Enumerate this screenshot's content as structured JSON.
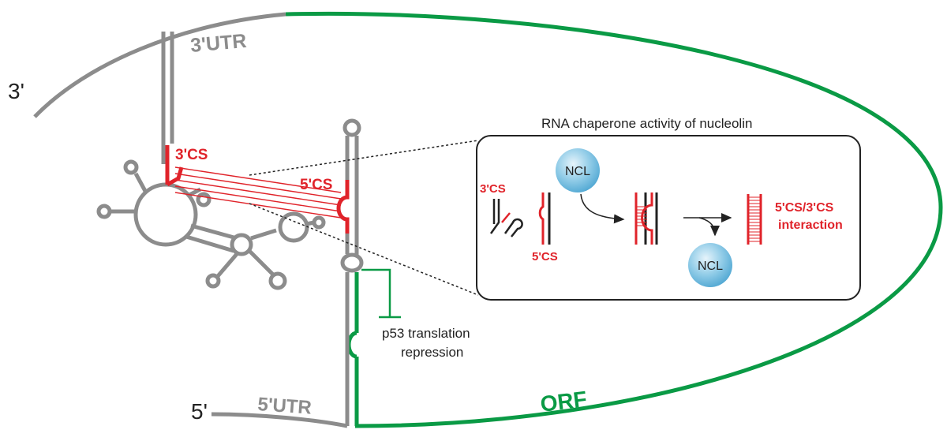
{
  "labels": {
    "three_prime_end": "3'",
    "five_prime_end": "5'",
    "utr3": "3'UTR",
    "utr5": "5'UTR",
    "orf": "ORF",
    "cs3_main": "3'CS",
    "cs5_main": "5'CS",
    "p53_line1": "p53 translation",
    "p53_line2": "repression"
  },
  "inset": {
    "title": "RNA chaperone activity of nucleolin",
    "cs3": "3'CS",
    "cs5": "5'CS",
    "ncl_top": "NCL",
    "ncl_bottom": "NCL",
    "result_line1": "5'CS/3'CS",
    "result_line2": "interaction"
  },
  "colors": {
    "gray": "#8c8c8c",
    "green": "#0a9a45",
    "red": "#e0232a",
    "black": "#222222",
    "ncl_fill": "#7cbfe0"
  }
}
